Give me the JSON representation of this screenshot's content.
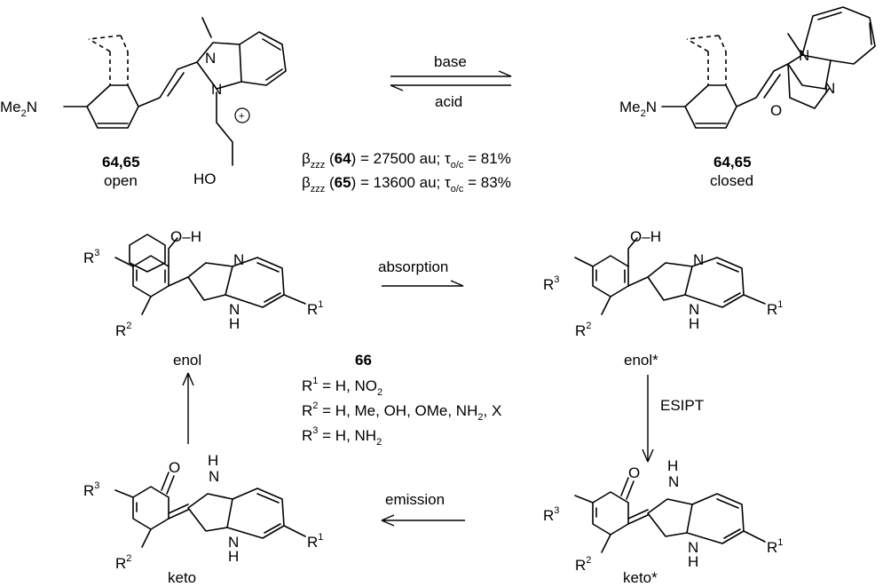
{
  "scheme": {
    "top_reaction": {
      "open_compound": "64,65",
      "open_state": "open",
      "closed_compound": "64,65",
      "closed_state": "closed",
      "forward_condition": "base",
      "reverse_condition": "acid",
      "beta_64_value": "= 27500 au;",
      "beta_64_ratio": "= 81%",
      "beta_65_value": "= 13600 au;",
      "beta_65_ratio": "= 83%",
      "compound_64": "64",
      "compound_65": "65"
    },
    "atoms": {
      "nme2": "Me",
      "nme2_sub": "2",
      "nme2_n": "N",
      "n": "N",
      "o": "O",
      "h": "H",
      "ho": "HO",
      "plus": "+",
      "r": "R",
      "one": "1",
      "two": "2",
      "three": "3",
      "oh": "O",
      "oh_h": "H"
    },
    "esipt_cycle": {
      "compound": "66",
      "enol": "enol",
      "enol_excited": "enol*",
      "keto": "keto",
      "keto_excited": "keto*",
      "absorption": "absorption",
      "esipt": "ESIPT",
      "emission": "emission",
      "r1_line": "= H, NO",
      "r1_sub": "2",
      "r2_line": "= H, Me, OH, OMe, NH",
      "r2_sub": "2",
      "r2_tail": ", X",
      "r3_line": "= H, NH",
      "r3_sub": "2"
    }
  }
}
